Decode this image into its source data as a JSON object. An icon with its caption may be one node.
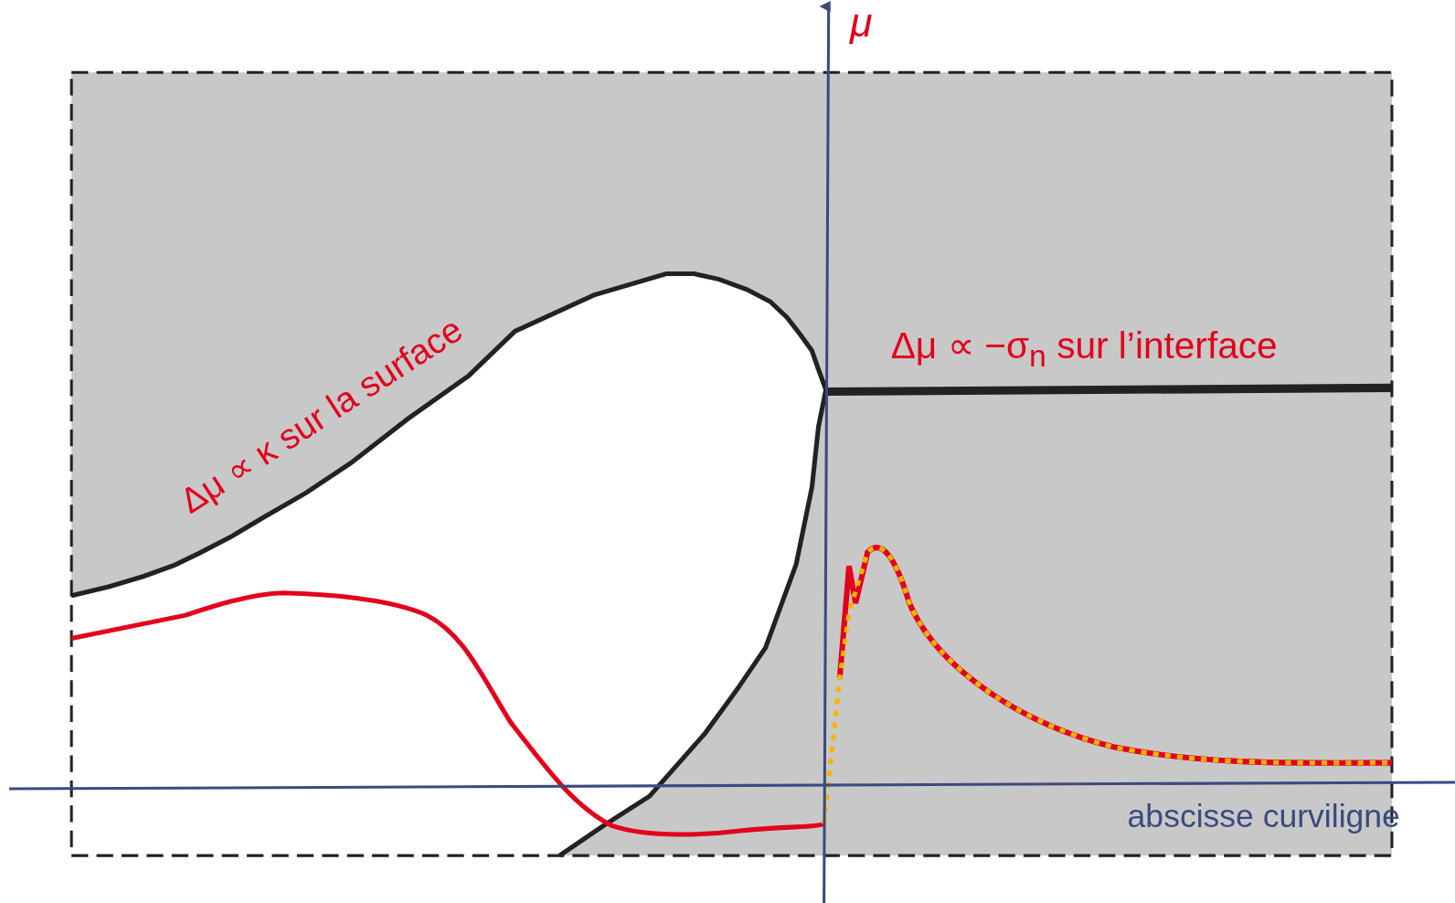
{
  "diagram": {
    "labels": [
      "μ",
      "Δμ ∝ κ sur la surface",
      "Δμ ∝ −σ$_{n}$ sur l’interface",
      "abscisse curviligne"
    ]
  }
}
